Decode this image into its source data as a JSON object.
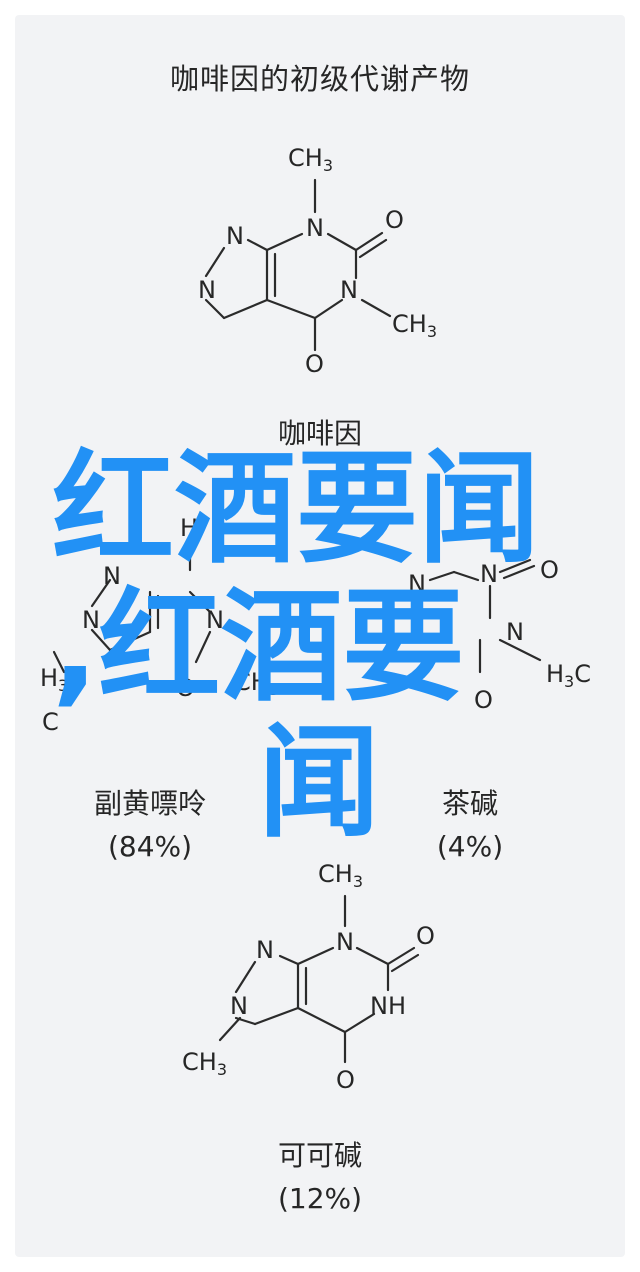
{
  "title": "咖啡因的初级代谢产物",
  "caffeine": {
    "name": "咖啡因"
  },
  "paraxanthine": {
    "name": "副黄嘌呤",
    "percent": "(84%)"
  },
  "theophylline": {
    "name": "茶碱",
    "percent": "(4%)"
  },
  "theobromine": {
    "name": "可可碱",
    "percent": "(12%)"
  },
  "overlay": {
    "line1": "红酒要闻",
    "line2": ",红酒要",
    "line3": "闻",
    "color": "#2291f5"
  },
  "atoms": {
    "N": "N",
    "O": "O",
    "C": "C",
    "H": "H",
    "CH": "CH",
    "NH": "NH",
    "three": "3"
  }
}
